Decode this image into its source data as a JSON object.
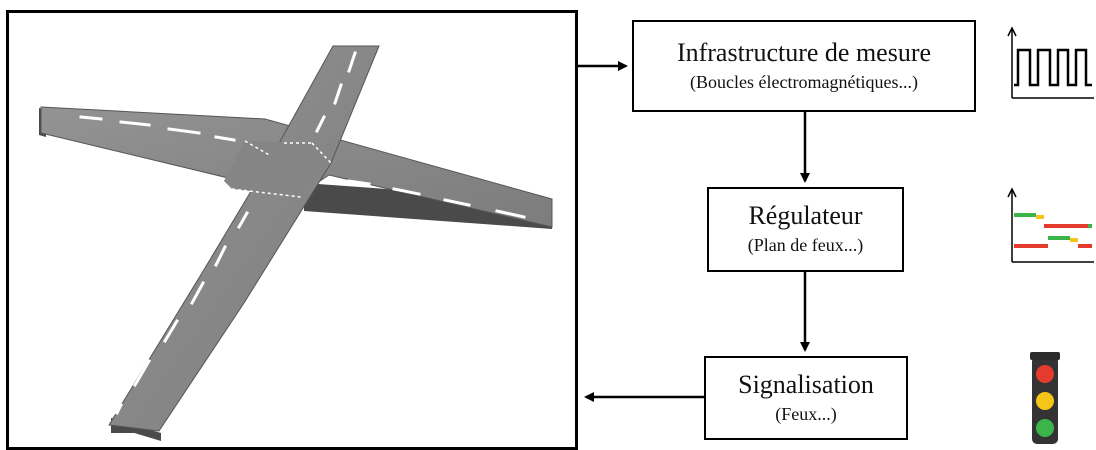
{
  "boxes": {
    "measure": {
      "title": "Infrastructure de mesure",
      "subtitle": "(Boucles électromagnétiques...)"
    },
    "controller": {
      "title": "Régulateur",
      "subtitle": "(Plan de feux...)"
    },
    "signal": {
      "title": "Signalisation",
      "subtitle": "(Feux...)"
    }
  },
  "icons": {
    "measure": "pulse-signal-icon",
    "controller": "signal-timing-plan-icon",
    "signal": "traffic-light-icon"
  },
  "colors": {
    "road": "#8a8a8a",
    "road_side": "#4a4a4a",
    "lane_mark": "#ffffff",
    "red": "#e53b2f",
    "yellow": "#f5c518",
    "green": "#3bb54a",
    "traffic_light_body": "#333333"
  }
}
